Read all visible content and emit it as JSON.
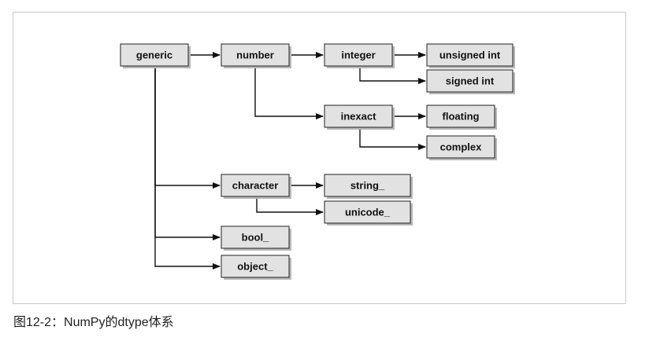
{
  "diagram": {
    "nodes": [
      {
        "id": "generic",
        "label": "generic"
      },
      {
        "id": "number",
        "label": "number"
      },
      {
        "id": "integer",
        "label": "integer"
      },
      {
        "id": "unsigned_int",
        "label": "unsigned int"
      },
      {
        "id": "signed_int",
        "label": "signed int"
      },
      {
        "id": "inexact",
        "label": "inexact"
      },
      {
        "id": "floating",
        "label": "floating"
      },
      {
        "id": "complex",
        "label": "complex"
      },
      {
        "id": "character",
        "label": "character"
      },
      {
        "id": "string_",
        "label": "string_"
      },
      {
        "id": "unicode_",
        "label": "unicode_"
      },
      {
        "id": "bool_",
        "label": "bool_"
      },
      {
        "id": "object_",
        "label": "object_"
      }
    ],
    "edges": [
      {
        "from": "generic",
        "to": "number"
      },
      {
        "from": "number",
        "to": "integer"
      },
      {
        "from": "integer",
        "to": "unsigned_int"
      },
      {
        "from": "integer",
        "to": "signed_int"
      },
      {
        "from": "number",
        "to": "inexact"
      },
      {
        "from": "inexact",
        "to": "floating"
      },
      {
        "from": "inexact",
        "to": "complex"
      },
      {
        "from": "generic",
        "to": "character"
      },
      {
        "from": "character",
        "to": "string_"
      },
      {
        "from": "character",
        "to": "unicode_"
      },
      {
        "from": "generic",
        "to": "bool_"
      },
      {
        "from": "generic",
        "to": "object_"
      }
    ]
  },
  "caption": "图12-2：NumPy的dtype体系"
}
